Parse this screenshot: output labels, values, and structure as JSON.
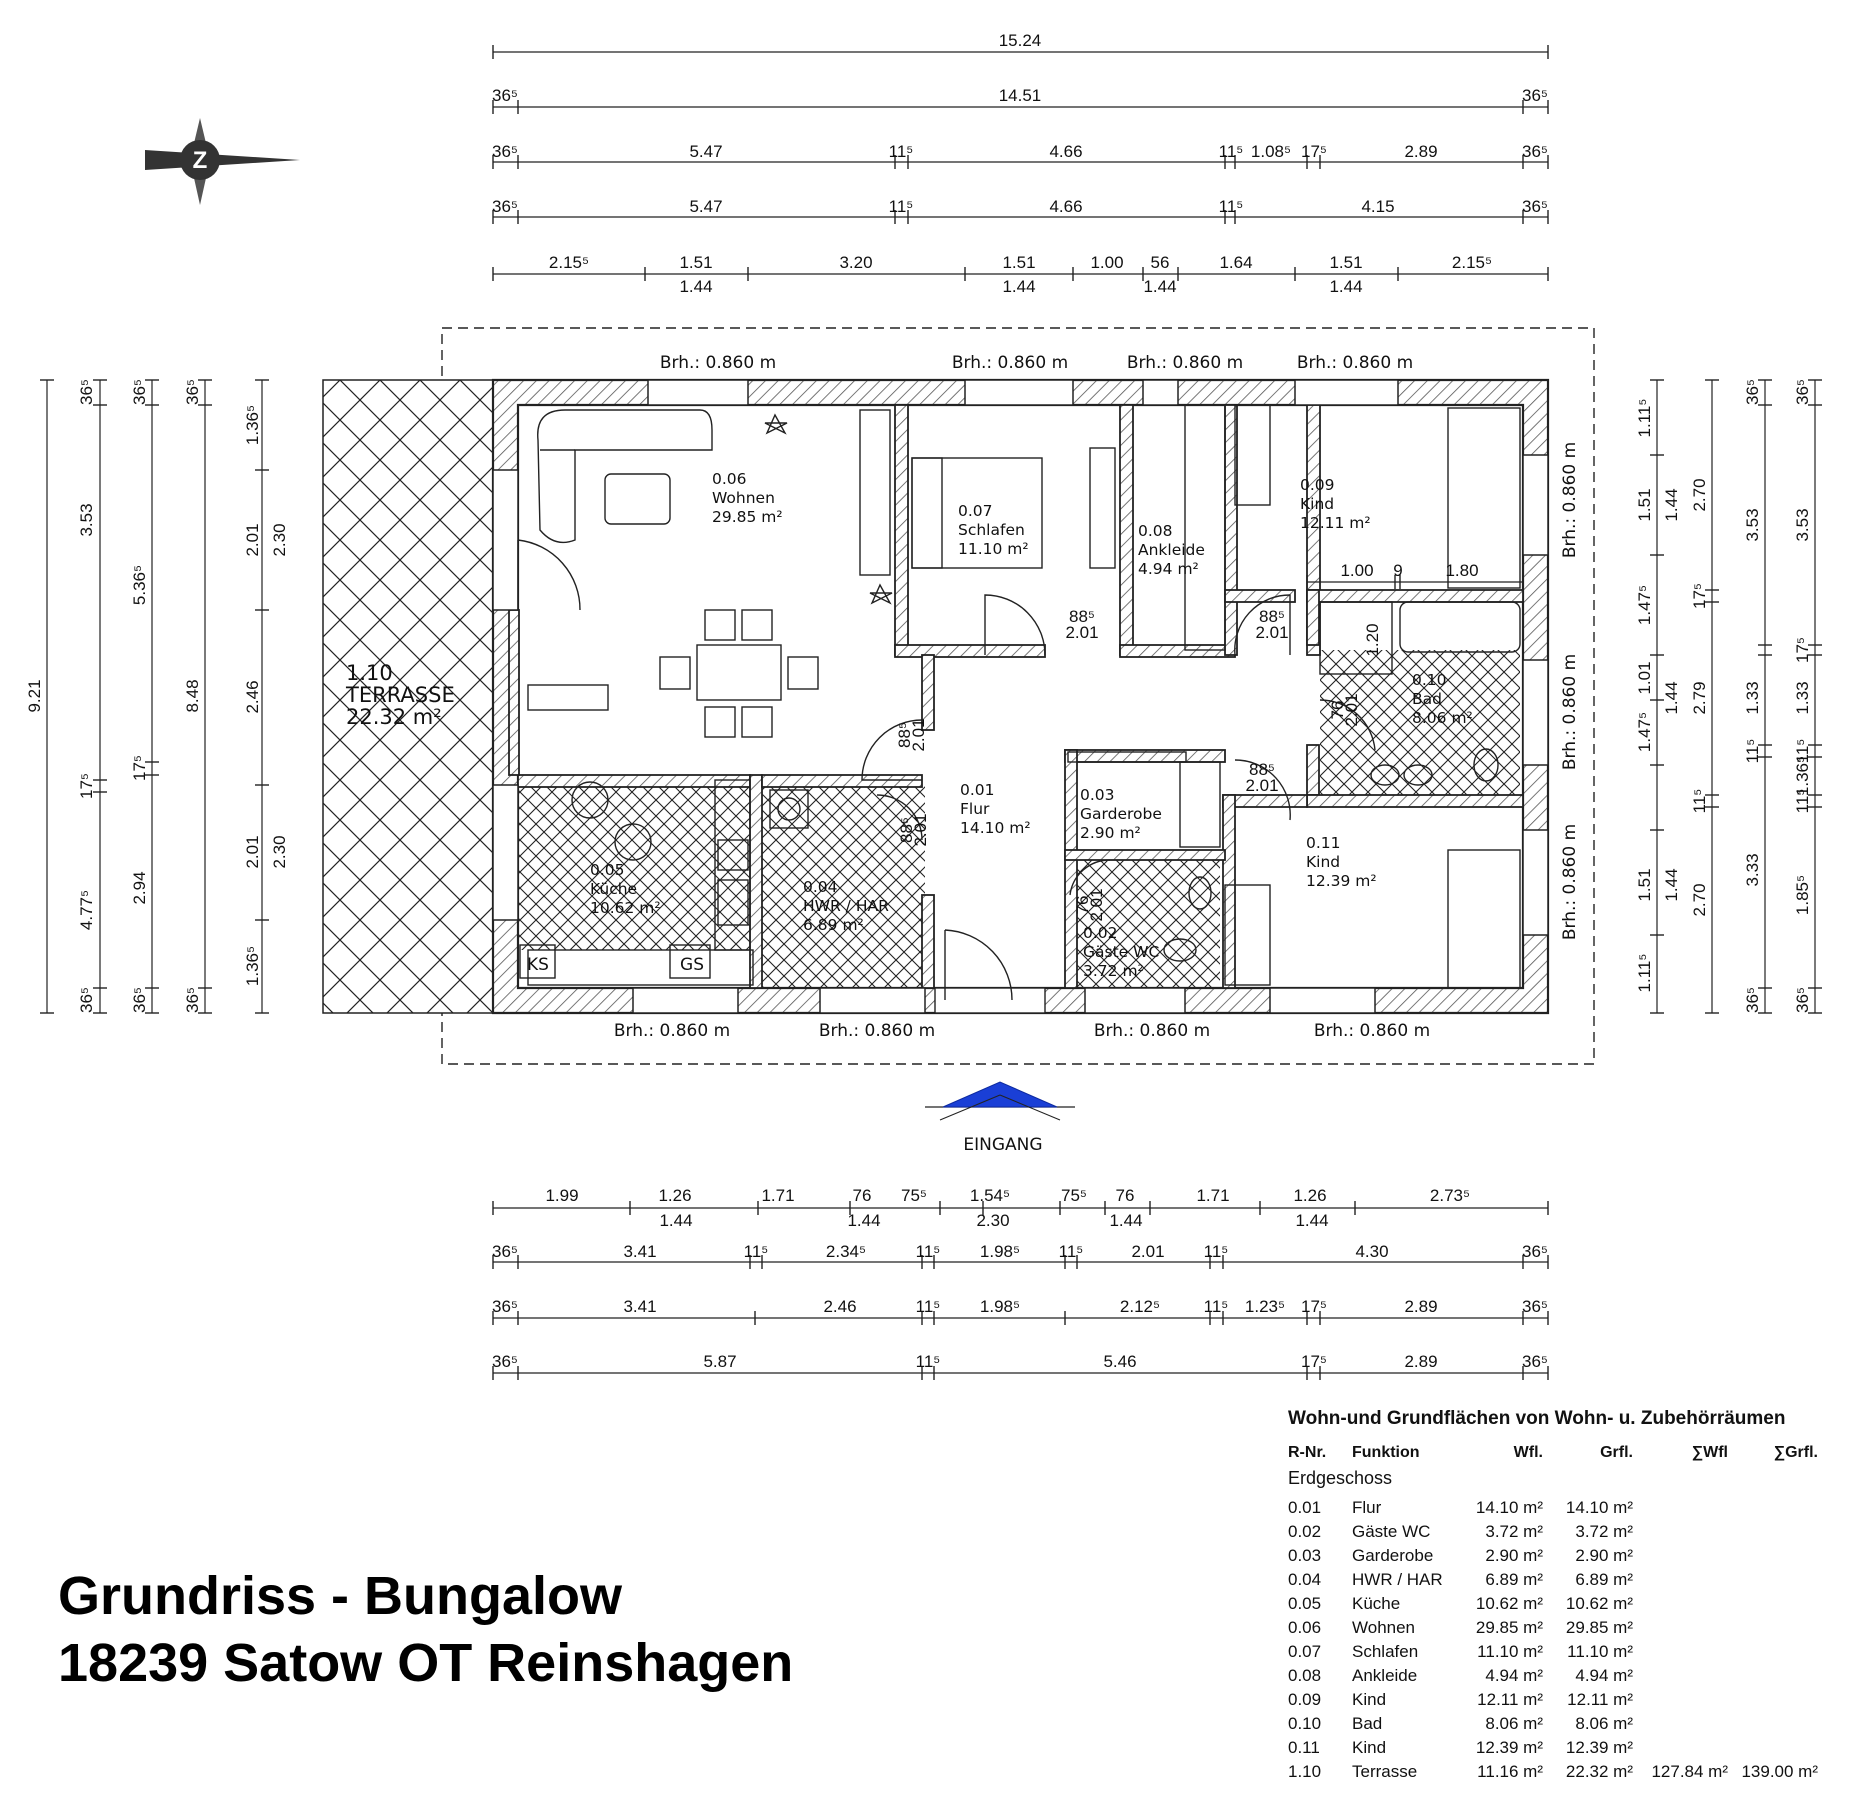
{
  "title": {
    "line1": "Grundriss - Bungalow",
    "line2": "18239 Satow OT Reinshagen"
  },
  "entrance_label": "EINGANG",
  "icons": {
    "north": "compass-north-icon",
    "entrance": "entrance-triangle-icon"
  },
  "colors": {
    "entrance_triangle": "#1a3fd6",
    "wall_hatch": "#7a7a7a"
  },
  "top_dims": {
    "r1": [
      "15.24"
    ],
    "r2": [
      "36⁵",
      "14.51",
      "36⁵"
    ],
    "r3": [
      "36⁵",
      "5.47",
      "11⁵",
      "4.66",
      "11⁵",
      "1.08⁵",
      "17⁵",
      "2.89",
      "36⁵"
    ],
    "r4": [
      "36⁵",
      "5.47",
      "11⁵",
      "4.66",
      "11⁵",
      "4.15",
      "36⁵"
    ],
    "r5a": [
      "2.15⁵",
      "1.51",
      "3.20",
      "1.51",
      "1.00",
      "56",
      "1.64",
      "1.51",
      "2.15⁵"
    ],
    "r5b": [
      "1.44",
      "1.44",
      "1.44",
      "1.44"
    ]
  },
  "bottom_dims": {
    "r1a": [
      "1.99",
      "1.26",
      "1.71",
      "76",
      "75⁵",
      "1.54⁵",
      "75⁵",
      "76",
      "1.71",
      "1.26",
      "2.73⁵"
    ],
    "r1b": [
      "1.44",
      "1.44",
      "2.30",
      "1.44",
      "1.44"
    ],
    "r2": [
      "36⁵",
      "3.41",
      "11⁵",
      "2.34⁵",
      "11⁵",
      "1.98⁵",
      "11⁵",
      "2.01",
      "11⁵",
      "4.30",
      "36⁵"
    ],
    "r3": [
      "36⁵",
      "3.41",
      "2.46",
      "11⁵",
      "1.98⁵",
      "2.12⁵",
      "11⁵",
      "1.23⁵",
      "17⁵",
      "2.89",
      "36⁵"
    ],
    "r4": [
      "36⁵",
      "5.87",
      "11⁵",
      "5.46",
      "17⁵",
      "2.89",
      "36⁵"
    ]
  },
  "left_dims": {
    "c1": [
      "9.21"
    ],
    "c2": [
      "36⁵",
      "3.53",
      "17⁵",
      "4.77⁵",
      "36⁵"
    ],
    "c3": [
      "36⁵",
      "5.36⁵",
      "17⁵",
      "2.94",
      "36⁵"
    ],
    "c4": [
      "36⁵",
      "8.48",
      "36⁵"
    ],
    "c5": [
      "1.36⁵",
      "2.01",
      "2.46",
      "2.01",
      "1.36⁵"
    ],
    "c6": [
      "2.30",
      "2.30"
    ]
  },
  "right_dims": {
    "c1": [
      "1.11⁵",
      "1.51",
      "1.47⁵",
      "1.01",
      "1.47⁵",
      "1.51",
      "1.11⁵"
    ],
    "c2": [
      "1.44",
      "1.44",
      "1.44"
    ],
    "c3": [
      "2.70",
      "17⁵",
      "2.79",
      "11⁵",
      "2.70"
    ],
    "c4": [
      "36⁵",
      "3.53",
      "1.33",
      "11⁵",
      "3.33",
      "36⁵"
    ],
    "c5": [
      "36⁵",
      "3.53",
      "17⁵",
      "1.33",
      "11⁵",
      "1.36⁵",
      "11⁵",
      "1.85⁵",
      "36⁵"
    ]
  },
  "windows_top": [
    "Brh.: 0.860  m",
    "Brh.: 0.860  m",
    "Brh.: 0.860  m",
    "Brh.: 0.860  m"
  ],
  "windows_bottom": [
    "Brh.: 0.860  m",
    "Brh.: 0.860  m",
    "Brh.: 0.860  m",
    "Brh.: 0.860  m"
  ],
  "windows_right": [
    "Brh.: 0.860  m",
    "Brh.: 0.860  m",
    "Brh.: 0.860  m"
  ],
  "doors": {
    "d_schlafen": [
      "88⁵",
      "2.01"
    ],
    "d_kind09": [
      "88⁵",
      "2.01"
    ],
    "d_wohnen": [
      "88⁵",
      "2.01"
    ],
    "d_kind11": [
      "88⁵",
      "2.01"
    ],
    "d_bad": [
      "76",
      "2.01"
    ],
    "d_hwr": [
      "88⁵",
      "2.01"
    ],
    "d_gaeste": [
      "76",
      "2.01"
    ]
  },
  "interior_dims": {
    "kind09": [
      "1.00",
      "9",
      "1.80"
    ],
    "bad_shower": "1.20"
  },
  "appliances": {
    "ks": "KS",
    "gs": "GS"
  },
  "rooms": [
    {
      "id": "0.01",
      "name": "Flur",
      "area": "14.10 m²"
    },
    {
      "id": "0.02",
      "name": "Gäste WC",
      "area": "3.72 m²"
    },
    {
      "id": "0.03",
      "name": "Garderobe",
      "area": "2.90 m²"
    },
    {
      "id": "0.04",
      "name": "HWR / HAR",
      "area": "6.89 m²"
    },
    {
      "id": "0.05",
      "name": "Küche",
      "area": "10.62 m²"
    },
    {
      "id": "0.06",
      "name": "Wohnen",
      "area": "29.85 m²"
    },
    {
      "id": "0.07",
      "name": "Schlafen",
      "area": "11.10 m²"
    },
    {
      "id": "0.08",
      "name": "Ankleide",
      "area": "4.94 m²"
    },
    {
      "id": "0.09",
      "name": "Kind",
      "area": "12.11 m²"
    },
    {
      "id": "0.10",
      "name": "Bad",
      "area": "8.06 m²"
    },
    {
      "id": "0.11",
      "name": "Kind",
      "area": "12.39 m²"
    },
    {
      "id": "1.10",
      "name": "TERRASSE",
      "area": "22.32 m²"
    }
  ],
  "area_table": {
    "title": "Wohn-und Grundflächen von Wohn- u. Zubehörräumen",
    "headers": [
      "R-Nr.",
      "Funktion",
      "Wfl.",
      "Grfl.",
      "∑Wfl",
      "∑Grfl."
    ],
    "section": "Erdgeschoss",
    "rows": [
      [
        "0.01",
        "Flur",
        "14.10 m²",
        "14.10 m²",
        "",
        ""
      ],
      [
        "0.02",
        "Gäste WC",
        "3.72 m²",
        "3.72 m²",
        "",
        ""
      ],
      [
        "0.03",
        "Garderobe",
        "2.90 m²",
        "2.90 m²",
        "",
        ""
      ],
      [
        "0.04",
        "HWR / HAR",
        "6.89 m²",
        "6.89 m²",
        "",
        ""
      ],
      [
        "0.05",
        "Küche",
        "10.62 m²",
        "10.62 m²",
        "",
        ""
      ],
      [
        "0.06",
        "Wohnen",
        "29.85 m²",
        "29.85 m²",
        "",
        ""
      ],
      [
        "0.07",
        "Schlafen",
        "11.10 m²",
        "11.10 m²",
        "",
        ""
      ],
      [
        "0.08",
        "Ankleide",
        "4.94 m²",
        "4.94 m²",
        "",
        ""
      ],
      [
        "0.09",
        "Kind",
        "12.11 m²",
        "12.11 m²",
        "",
        ""
      ],
      [
        "0.10",
        "Bad",
        "8.06 m²",
        "8.06 m²",
        "",
        ""
      ],
      [
        "0.11",
        "Kind",
        "12.39 m²",
        "12.39 m²",
        "",
        ""
      ],
      [
        "1.10",
        "Terrasse",
        "11.16 m²",
        "22.32 m²",
        "127.84 m²",
        "139.00 m²"
      ]
    ]
  }
}
